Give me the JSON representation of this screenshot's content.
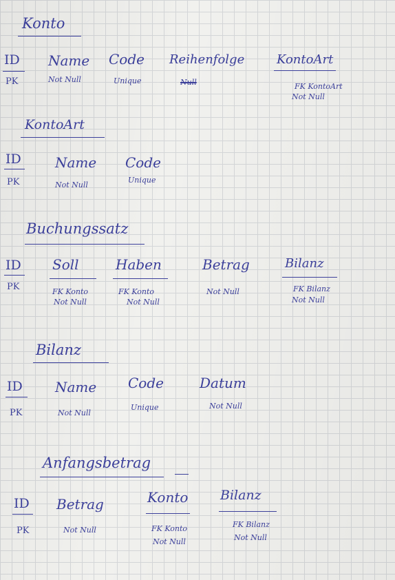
{
  "ink_color": "#3b3f9a",
  "tables": [
    {
      "name": "Konto",
      "columns": [
        {
          "name": "ID",
          "constraint": "PK"
        },
        {
          "name": "Name",
          "constraint": "Not Null"
        },
        {
          "name": "Code",
          "constraint": "Unique"
        },
        {
          "name": "Reihenfolge",
          "constraint": "Null"
        },
        {
          "name": "KontoArt",
          "constraint": "FK KontoArt",
          "constraint2": "Not Null"
        }
      ]
    },
    {
      "name": "KontoArt",
      "columns": [
        {
          "name": "ID",
          "constraint": "PK"
        },
        {
          "name": "Name",
          "constraint": "Not Null"
        },
        {
          "name": "Code",
          "constraint": "Unique"
        }
      ]
    },
    {
      "name": "Buchungssatz",
      "columns": [
        {
          "name": "ID",
          "constraint": "PK"
        },
        {
          "name": "Soll",
          "constraint": "FK Konto",
          "constraint2": "Not Null"
        },
        {
          "name": "Haben",
          "constraint": "FK Konto",
          "constraint2": "Not Null"
        },
        {
          "name": "Betrag",
          "constraint": "Not Null"
        },
        {
          "name": "Bilanz",
          "constraint": "FK Bilanz",
          "constraint2": "Not Null"
        }
      ]
    },
    {
      "name": "Bilanz",
      "columns": [
        {
          "name": "ID",
          "constraint": "PK"
        },
        {
          "name": "Name",
          "constraint": "Not Null"
        },
        {
          "name": "Code",
          "constraint": "Unique"
        },
        {
          "name": "Datum",
          "constraint": "Not Null"
        }
      ]
    },
    {
      "name": "Anfangsbetrag",
      "columns": [
        {
          "name": "ID",
          "constraint": "PK"
        },
        {
          "name": "Betrag",
          "constraint": "Not Null"
        },
        {
          "name": "Konto",
          "constraint": "FK Konto",
          "constraint2": "Not Null"
        },
        {
          "name": "Bilanz",
          "constraint": "FK Bilanz",
          "constraint2": "Not Null"
        }
      ]
    }
  ]
}
